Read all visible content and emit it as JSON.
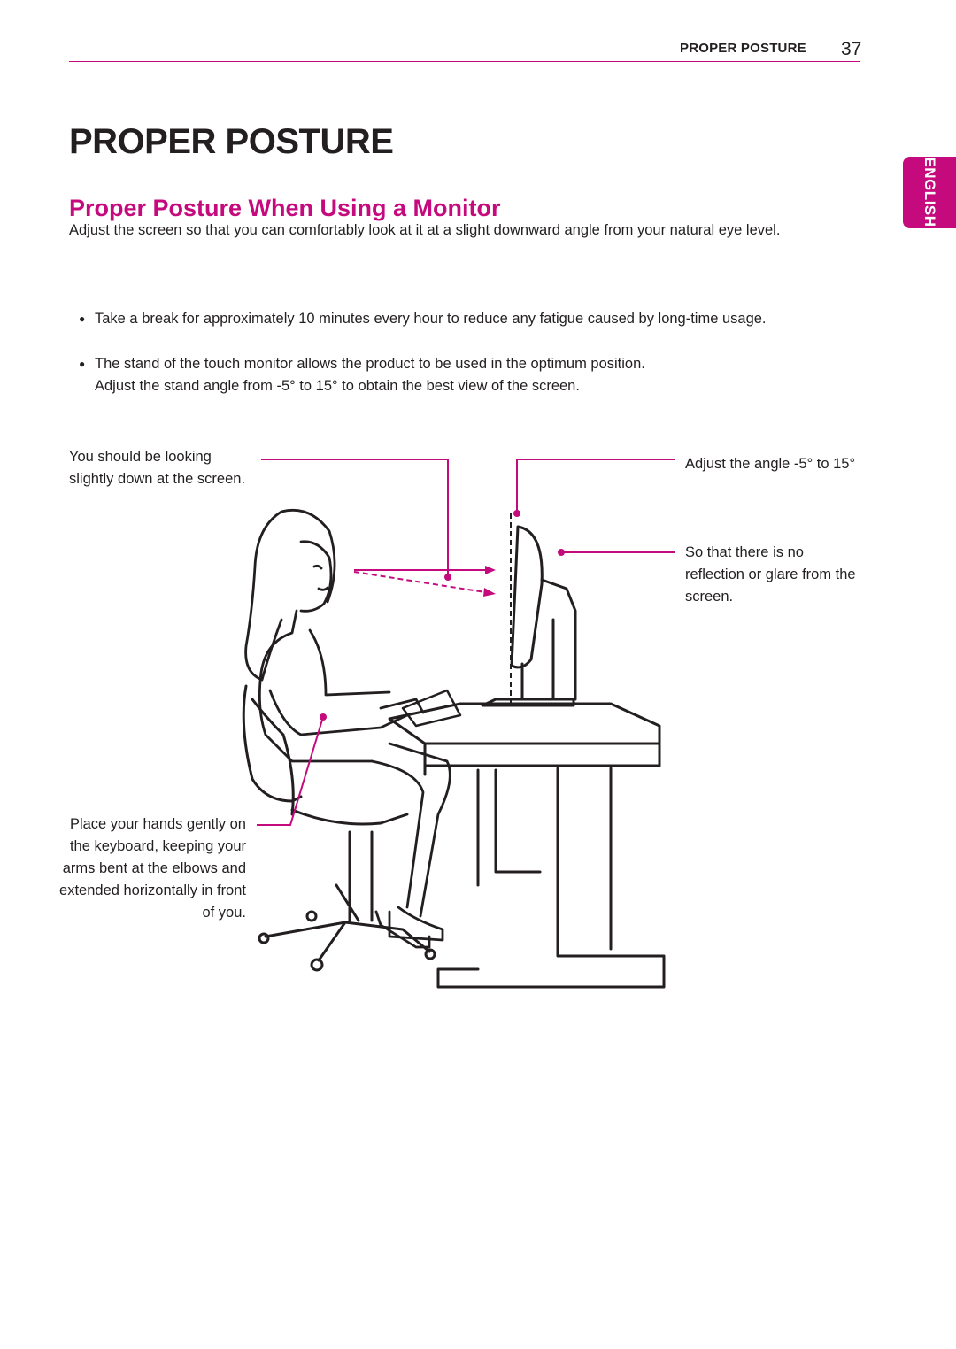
{
  "header": {
    "section": "PROPER POSTURE",
    "page_number": "37"
  },
  "page_title": "PROPER POSTURE",
  "subtitle": "Proper Posture When Using a Monitor",
  "language_tab": "ENGLISH",
  "intro": "Adjust the screen so that you can comfortably look at it at a slight downward angle from your natural eye level.",
  "bullets": [
    "Take a break for approximately 10 minutes every hour to reduce any fatigue caused by long-time usage.",
    "The stand of the touch monitor allows the product to be used in the optimum position."
  ],
  "stand_note": "Adjust the stand angle from -5° to 15° to obtain the best view of the screen.",
  "figure": {
    "label_looking": "You should be looking slightly down at the screen.",
    "label_angle": "Adjust the angle -5° to 15°",
    "label_glare": "So that there is no reflection or glare from the screen.",
    "label_hands": "Place your hands gently on the keyboard, keeping your arms bent at the elbows and extended horizontally in front of you."
  },
  "colors": {
    "accent": "#c40a7d",
    "text": "#231f20"
  }
}
